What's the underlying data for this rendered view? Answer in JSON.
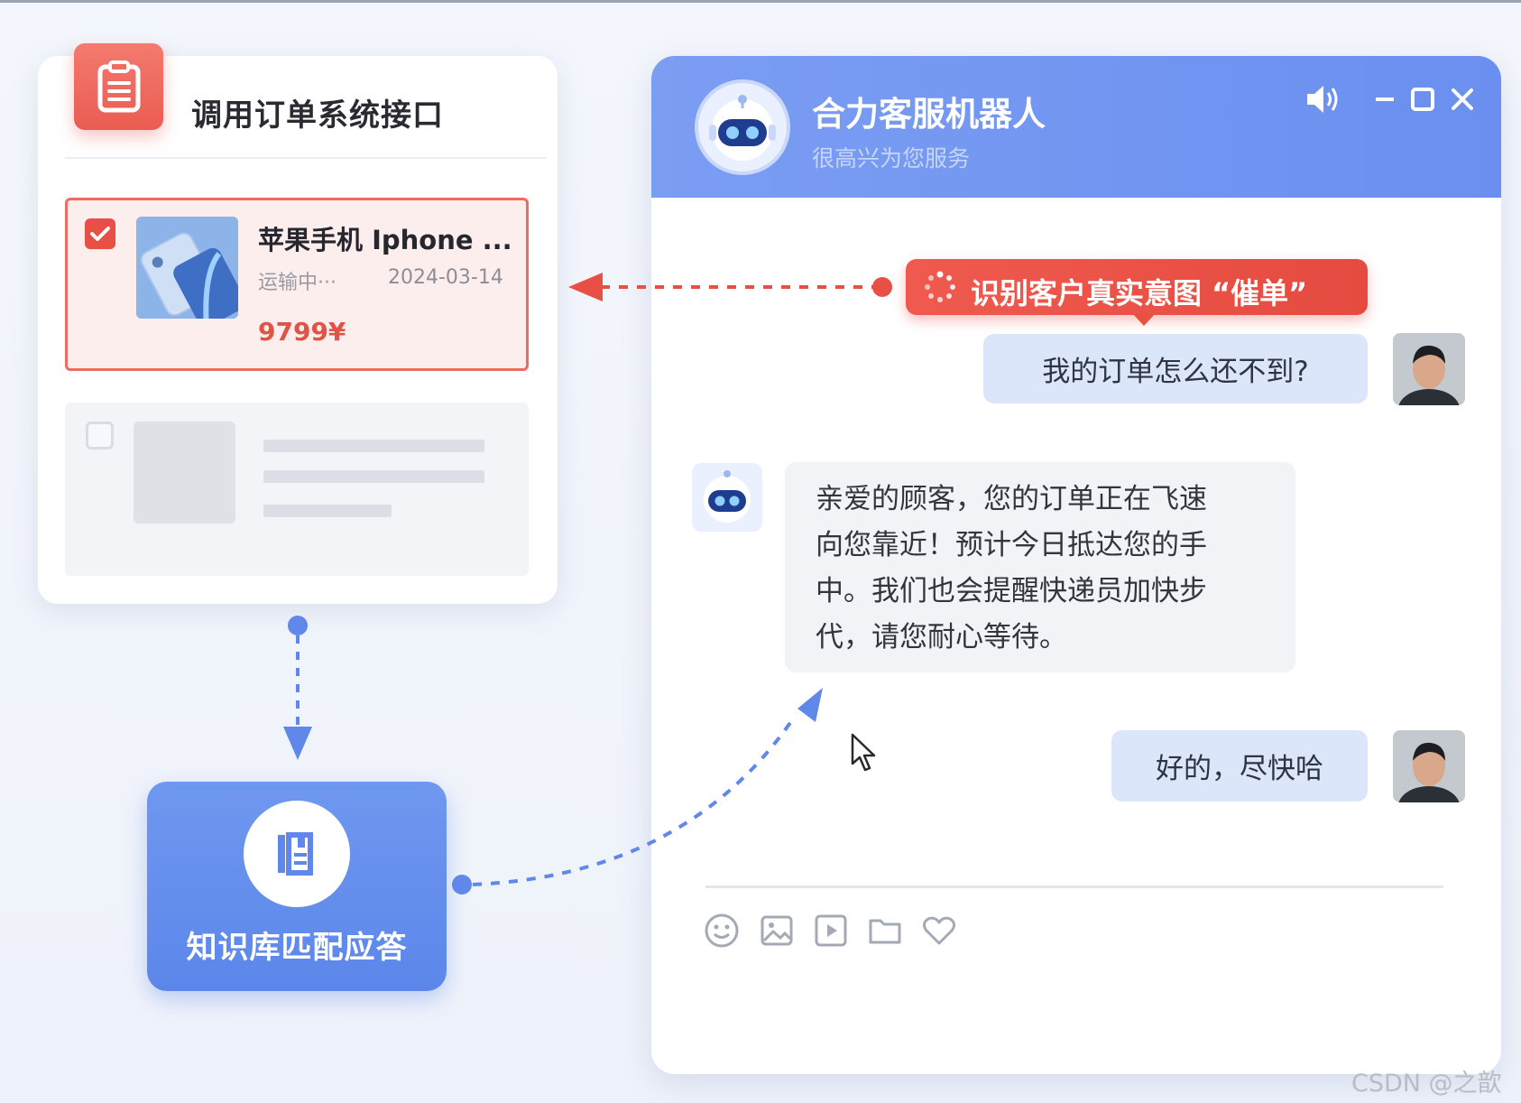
{
  "order_panel": {
    "title": "调用订单系统接口",
    "selected_order": {
      "name": "苹果手机 Iphone ...",
      "status": "运输中···",
      "date": "2024-03-14",
      "price": "9799¥",
      "checked": true
    },
    "empty_order": {
      "checked": false
    }
  },
  "knowledge_node": {
    "label": "知识库匹配应答",
    "icon": "notebook-icon"
  },
  "chat": {
    "bot_name": "合力客服机器人",
    "bot_subtitle": "很高兴为您服务",
    "header_icons": [
      "speaker-icon",
      "minimize-icon",
      "maximize-icon",
      "close-icon"
    ],
    "intent_tag": "识别客户真实意图 “催单”",
    "messages": [
      {
        "from": "user",
        "text": "我的订单怎么还不到?"
      },
      {
        "from": "bot",
        "lines": [
          "亲爱的顾客，您的订单正在飞速",
          "向您靠近！预计今日抵达您的手",
          "中。我们也会提醒快递员加快步",
          "代，请您耐心等待。"
        ]
      },
      {
        "from": "user",
        "text": "好的，尽快哈"
      }
    ],
    "toolbar_icons": [
      "emoji-icon",
      "image-icon",
      "video-icon",
      "folder-icon",
      "heart-icon"
    ]
  },
  "watermark": "CSDN @之歆",
  "colors": {
    "accent_blue": "#6a8ff0",
    "accent_red": "#e84f45",
    "user_bubble": "#dce6fb",
    "bot_bubble": "#f2f3f7"
  }
}
